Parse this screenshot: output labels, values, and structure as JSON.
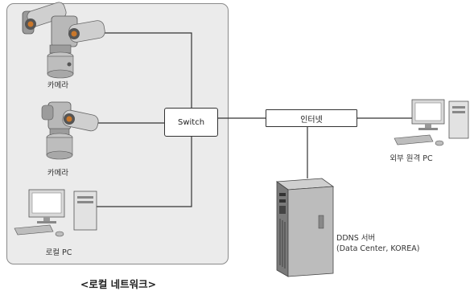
{
  "nodes": {
    "camera_top_label": "카메라",
    "camera_mid_label": "카메라",
    "local_pc_label": "로컬 PC",
    "switch_label": "Switch",
    "internet_label": "인터넷",
    "remote_pc_label": "외부 원격 PC",
    "ddns_label_line1": "DDNS 서버",
    "ddns_label_line2": "(Data Center, KOREA)"
  },
  "caption": "<로컬 네트워크>",
  "colors": {
    "lan_background": "#ebebeb",
    "lines": "#333333",
    "device_grey": "#8c8c8c",
    "device_light": "#d8d8d8"
  }
}
